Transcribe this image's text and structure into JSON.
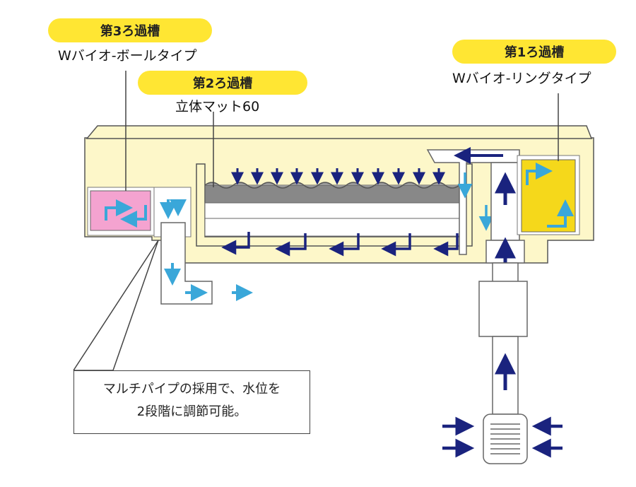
{
  "labels": {
    "stage3": {
      "title": "第3ろ過槽",
      "subtitle": "Wバイオ-ボールタイプ"
    },
    "stage2": {
      "title": "第2ろ過槽",
      "subtitle": "立体マット60"
    },
    "stage1": {
      "title": "第1ろ過槽",
      "subtitle": "Wバイオ-リングタイプ"
    }
  },
  "note": {
    "line1": "マルチパイプの採用で、水位を",
    "line2": "2段階に調節可能。"
  },
  "colors": {
    "label_bg": "#ffe633",
    "housing": "#fdf7c9",
    "outline": "#555555",
    "arrow_dark": "#1a237e",
    "arrow_light": "#3aa7d9",
    "stage3_media": "#f4a3d0",
    "stage1_media": "#f5d81b"
  }
}
